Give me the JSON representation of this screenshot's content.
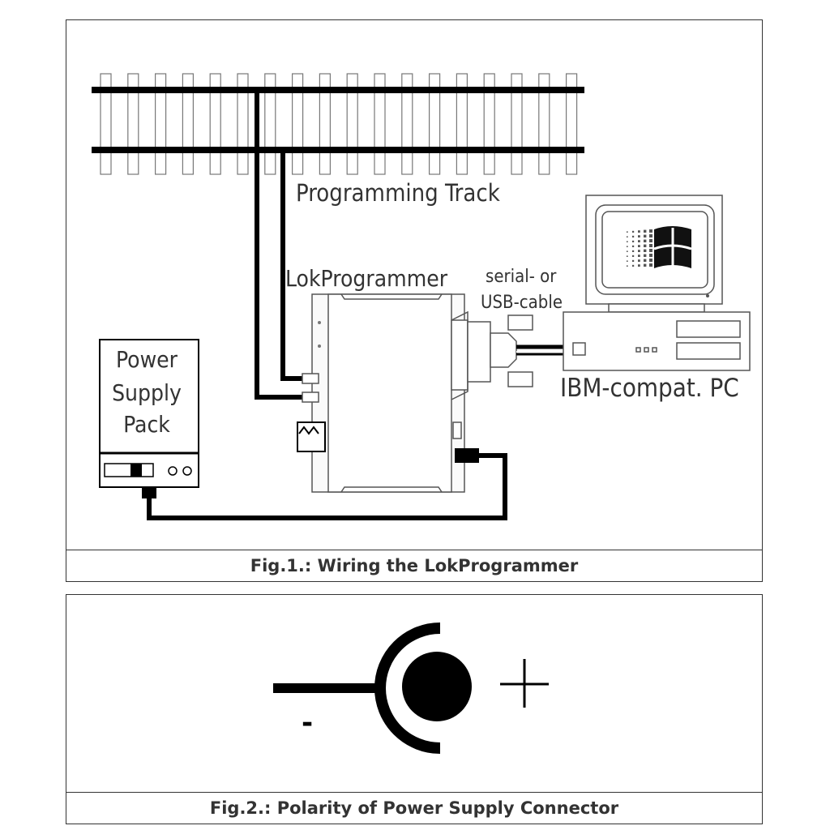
{
  "figure1": {
    "caption": "Fig.1.: Wiring the LokProgrammer",
    "labels": {
      "track": "Programming Track",
      "device": "LokProgrammer",
      "cable_line1": "serial- or",
      "cable_line2": "USB-cable",
      "pc": "IBM-compat. PC",
      "psu_line1": "Power",
      "psu_line2": "Supply",
      "psu_line3": "Pack"
    },
    "icons": [
      "railway-track",
      "lokprogrammer-box",
      "crt-monitor-icon",
      "windows-logo-icon",
      "pc-case-icon",
      "power-supply-icon"
    ]
  },
  "figure2": {
    "caption": "Fig.2.: Polarity of Power Supply Connector",
    "minus": "-",
    "plus": "+"
  }
}
